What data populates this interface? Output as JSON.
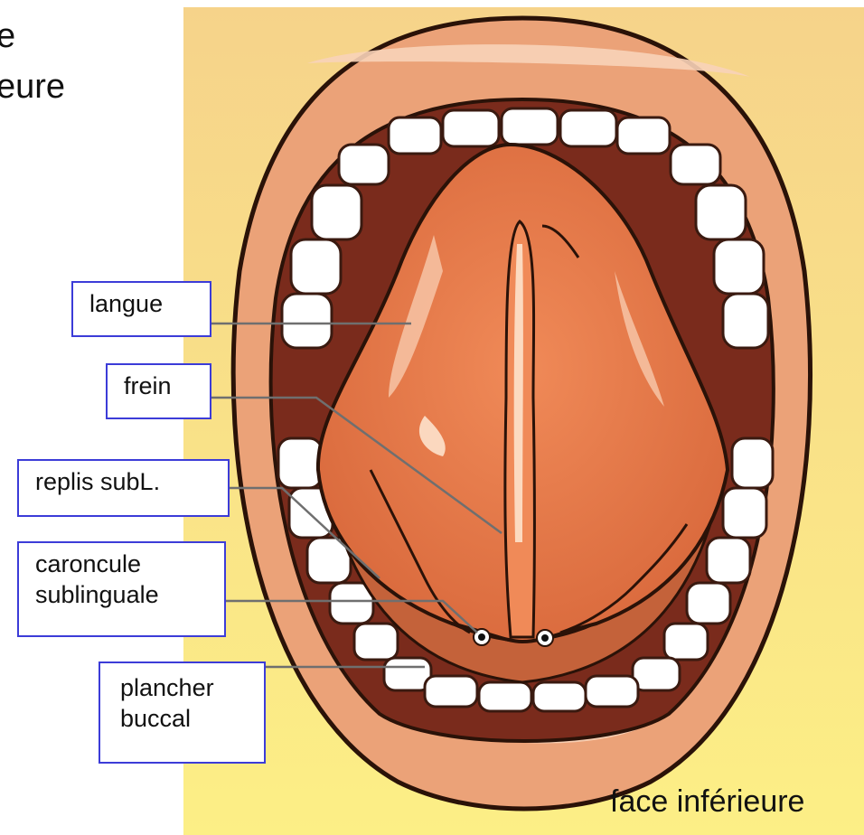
{
  "header_fragments": {
    "line1": "e",
    "line2": "eure"
  },
  "labels": {
    "langue": "langue",
    "frein": "frein",
    "replis": "replis subL.",
    "caroncule_line1": "caroncule",
    "caroncule_line2": "sublinguale",
    "plancher_line1": "plancher",
    "plancher_line2": "buccal"
  },
  "caption": "face inférieure",
  "colors": {
    "background": "#fbe98a",
    "lips": "#eba278",
    "mouth_interior": "#7a2b1c",
    "tongue": "#e8794b",
    "teeth": "#ffffff",
    "label_border": "#3c3cd8"
  }
}
